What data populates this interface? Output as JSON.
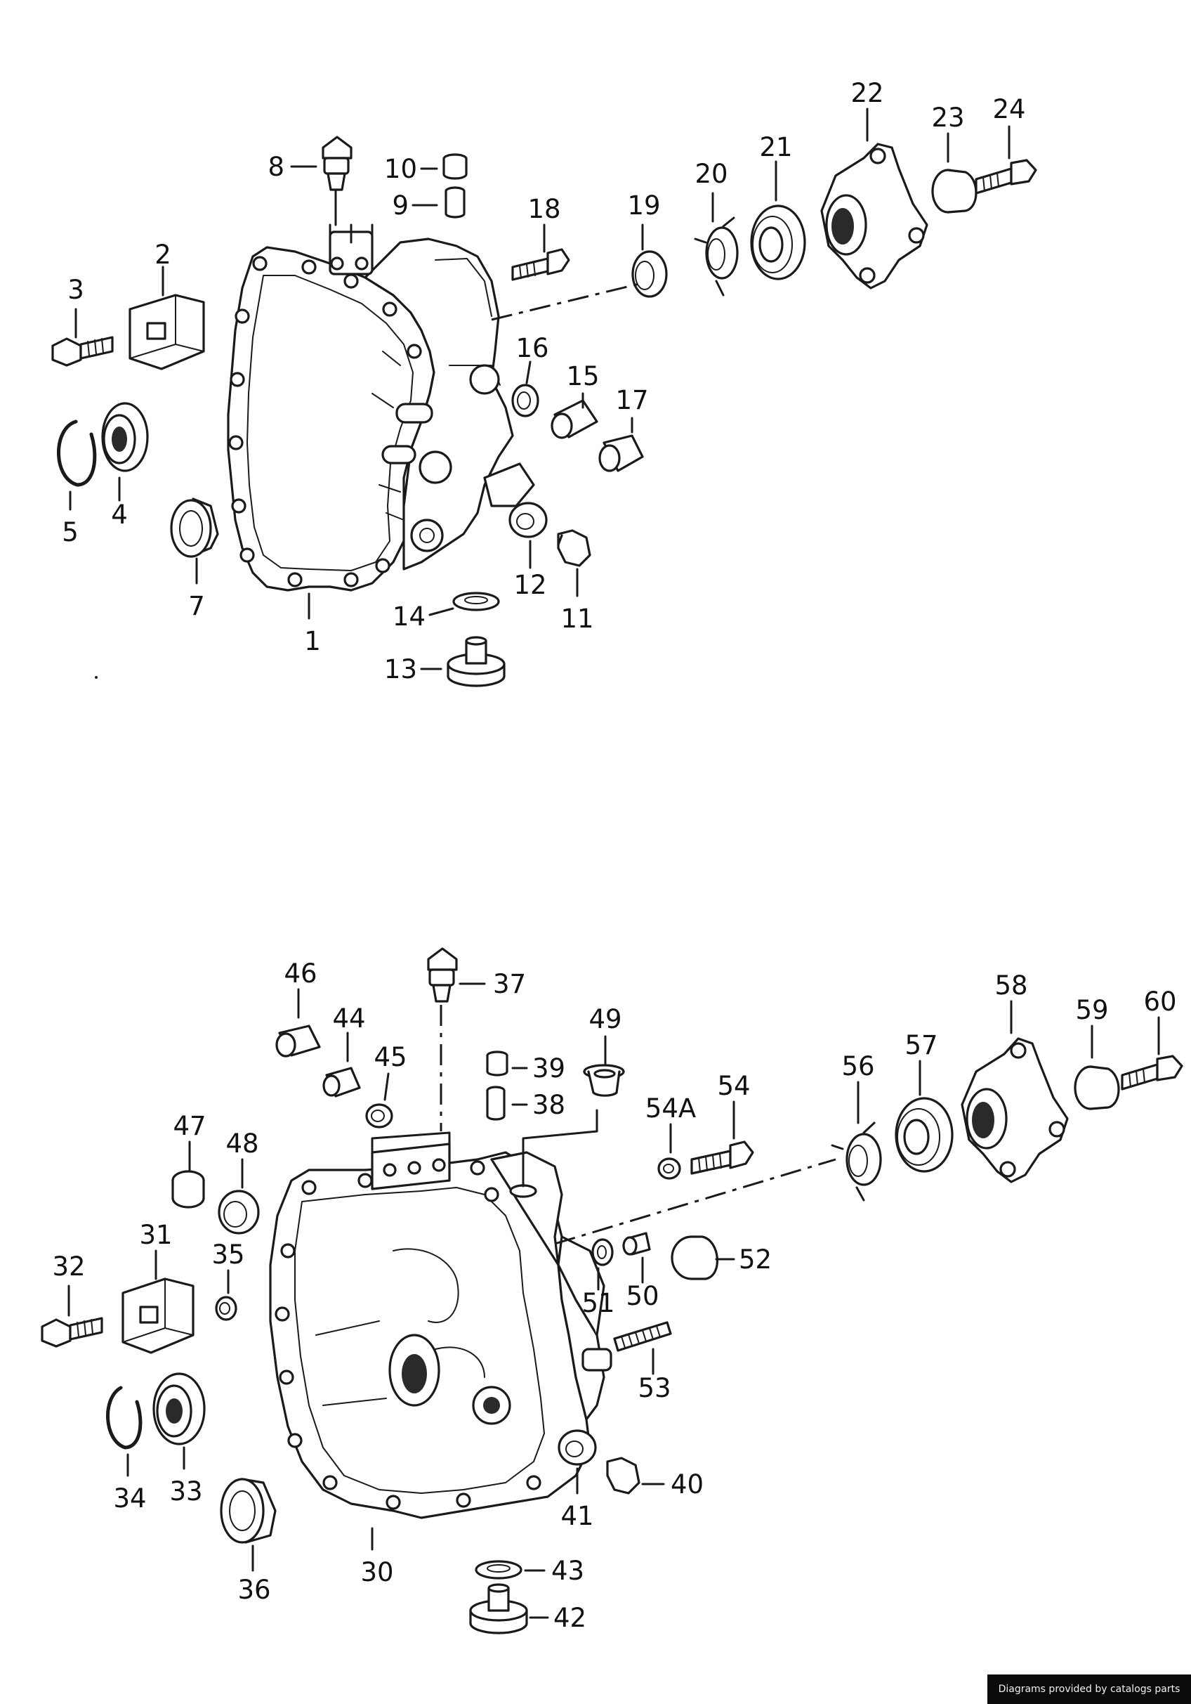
{
  "diagram": {
    "callouts": {
      "c1": "1",
      "c2": "2",
      "c3": "3",
      "c4": "4",
      "c5": "5",
      "c7": "7",
      "c8": "8",
      "c9": "9",
      "c10": "10",
      "c11": "11",
      "c12": "12",
      "c13": "13",
      "c14": "14",
      "c15": "15",
      "c16": "16",
      "c17": "17",
      "c18": "18",
      "c19": "19",
      "c20": "20",
      "c21": "21",
      "c22": "22",
      "c23": "23",
      "c24": "24",
      "c30": "30",
      "c31": "31",
      "c32": "32",
      "c33": "33",
      "c34": "34",
      "c35": "35",
      "c36": "36",
      "c37": "37",
      "c38": "38",
      "c39": "39",
      "c40": "40",
      "c41": "41",
      "c42": "42",
      "c43": "43",
      "c44": "44",
      "c45": "45",
      "c46": "46",
      "c47": "47",
      "c48": "48",
      "c49": "49",
      "c50": "50",
      "c51": "51",
      "c52": "52",
      "c53": "53",
      "c54": "54",
      "c54a": "54A",
      "c56": "56",
      "c57": "57",
      "c58": "58",
      "c59": "59",
      "c60": "60"
    }
  },
  "footer": {
    "credit": "Diagrams provided by catalogs parts"
  }
}
